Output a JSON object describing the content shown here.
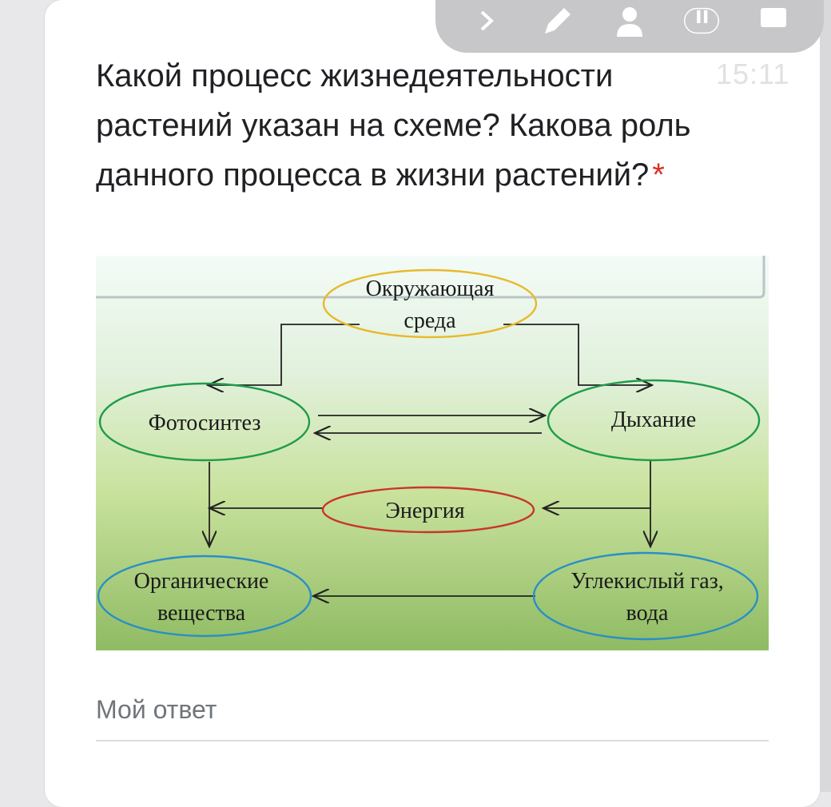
{
  "question": {
    "text": "Какой процесс жизнедеятельности растений указан на схеме? Какова роль данного процесса в жизни растений?",
    "required_mark": "*"
  },
  "status": {
    "time": "15:11"
  },
  "toolbar": {
    "icons": [
      "chevron-right-icon",
      "pencil-icon",
      "person-icon",
      "pause-icon",
      "stop-icon"
    ]
  },
  "diagram": {
    "nodes": {
      "environment_line1": "Окружающая",
      "environment_line2": "среда",
      "photosynthesis": "Фотосинтез",
      "respiration": "Дыхание",
      "energy": "Энергия",
      "organic_line1": "Органические",
      "organic_line2": "вещества",
      "co2_line1": "Углекислый газ,",
      "co2_line2": "вода"
    },
    "colors": {
      "environment": "#e8b92c",
      "process": "#1f9b4a",
      "energy": "#c8362c",
      "products": "#2a8fc6"
    }
  },
  "answer": {
    "placeholder": "Мой ответ"
  }
}
